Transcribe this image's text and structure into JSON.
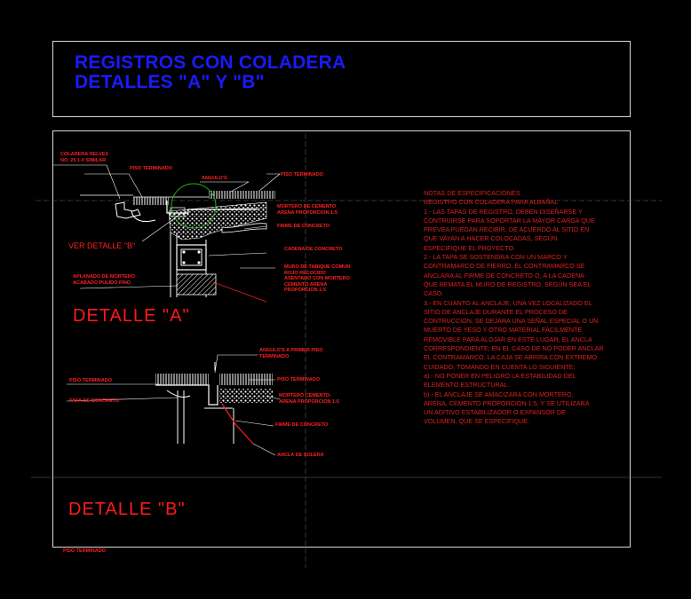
{
  "title": {
    "line1": "REGISTROS CON COLADERA",
    "line2": "DETALLES \"A\" Y \"B\""
  },
  "detail_a": {
    "heading": "DETALLE \"A\"",
    "labels": {
      "coladera": "COLADERA HELVEX\nNO. 25 1-0 SIMILAR",
      "piso_left": "PISO TERMINADO",
      "angulos": "ANGULO'S",
      "piso_right": "PISO TERMINADO",
      "mortero": "MORTERO DE CEMENTO\nARENA PROPORCION 1:5",
      "firme": "FIRME DE CONCRETO",
      "ver_detalle": "VER DETALLE \"B\"",
      "cadena": "CADENA DE CONCRETO",
      "muro": "MURO DE TABIQUE COMUN\nROJO RECOCIDO\nASENTADO CON MORTERO\nCEMENTO ARENA\nPROPORCION 1:5",
      "aplanado": "APLANADO DE MORTERO\nACABADO PULIDO FINO"
    }
  },
  "detail_b": {
    "heading": "DETALLE \"B\"",
    "labels": {
      "angulos": "ANGULO'S A PRIMER PISO\nTERMINADO",
      "piso_left": "PISO TERMINADO",
      "piso_right": "PISO TERMINADO",
      "tapa": "TAPA DE CONCRETO",
      "mortero": "MORTERO CEMENTO-\nARENA PROPORCION 1:5",
      "firme": "FIRME DE CONCRETO",
      "ancla": "ANCLA DE SOLERA"
    }
  },
  "footer_label": "PISO TERMINADO",
  "notes": {
    "heading": "NOTAS DE ESPECIFICACIONES",
    "lines": [
      "REGISTRO CON COLADERA PARA ALBAÑAL",
      "1.- LAS TAPAS DE REGISTRO, DEBEN DISEÑARSE Y",
      "CONTRUIRSE PARA SOPORTAR LA MAYOR CARGA QUE",
      "PREVEA PUEDAN RECIBIR, DE ACUERDO AL SITIO EN",
      "QUE VAYAN A HACER COLOCADAS, SEGÚN",
      "ESPECIFIQUE EL PROYECTO.",
      "2.- LA TAPA SE SOSTENDRA CON UN MARCO Y",
      "CONTRAMARCO DE FIERRO, EL CONTRAMARCO SE",
      "ANCLARA AL FIRME DE CONCRETO O, A LA CADENA",
      "QUE REMATA EL MURO DE REGISTRO, SEGÚN SEA EL",
      "CASO.",
      "3.- EN CUANTO AL ANCLAJE, UNA VEZ LOCALIZADO EL",
      "SITIO DE ANCLAJE DURANTE EL PROCESO DE",
      "CONTRUCCION, SE DEJARA UNA SEÑAL ESPECIAL O UN",
      "MUERTO DE YESO Y OTRO MATERIAL FACILMENTE",
      "REMOVIBLE PARA ALOJAR EN ESTE LUGAR, EL ANCLA",
      "CORRESPONDIENTE; EN EL CASO DE NO PODER ANCLAR",
      "EL CONTRAMARCO, LA CAJA SE ABRIRA CON EXTREMO",
      "CUIDADO, TOMANDO EN CUENTA LO SIGUIENTE:",
      "a).- NO PONER EN PELIGRO LA ESTABILIDAD DEL",
      "ELEMENTO ESTRUCTURAL.",
      "b).- EL ANCLAJE SE AMACIZARA CON MORTERO,",
      "ARENA, CEMENTO PROPORCION 1:5, Y SE UTILIZARA",
      "UN ADITIVO ESTABILIZADOR O EXPANSOR DE",
      "VOLUMEN, QUE SE ESPECIFIQUE."
    ]
  }
}
